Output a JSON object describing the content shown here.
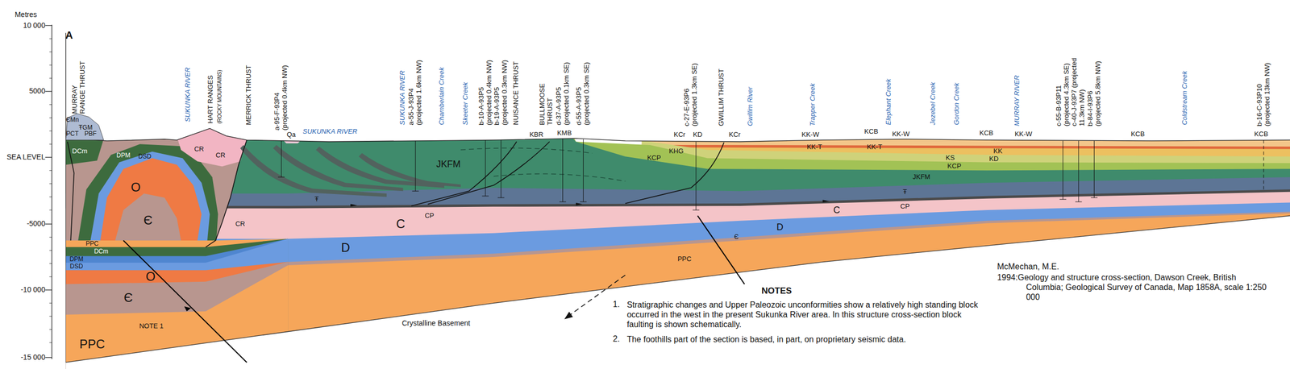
{
  "diagram": {
    "labels": [
      "Metres",
      "10 000",
      "5000",
      "SEA LEVEL",
      "-5000",
      "-10 000",
      "-15 000",
      "A",
      "MURRAY RANGE THRUST",
      "SUKUNKA RIVER",
      "HART RANGES",
      "(ROCKY MOUNTAINS)",
      "MERRICK THRUST",
      "a-95-F-93P4 (projected 0.4km NW)",
      "SUKUNKA RIVER",
      "SUKUNKA RIVER",
      "a-55-J-93P4 (projected 1.6km NW)",
      "Chamberlain Creek",
      "Skeeter Creek",
      "b-10-A-93P5 (projected 0.4km NW)",
      "b-19-A-93P5 (projected 0.3km NW)",
      "NUISANCE THRUST",
      "BULLMOOSE THRUST",
      "d-37-A-93P5 (projected 0.1km SE)",
      "d-55-A-93P5 (projected 0.3km SE)",
      "c-27-E-93P6 (projected 1.3km SE)",
      "GWILLIM THRUST",
      "Gwillim River",
      "Trapper Creek",
      "Elephant Creek",
      "Jezebel Creek",
      "Gordon Creek",
      "MURRAY RIVER",
      "c-55-B-93P11 (projected 4.3km SE)",
      "c-40-J-93P7 (projected 11.3km NW)",
      "b-84-I-93P6 (projected 5.8km NW)",
      "Coldstream Creek",
      "b-16-C-93P10 (projected 13km NW)",
      "ЄMn",
      "ŦGM",
      "PCT",
      "PBF",
      "DCm",
      "DPM",
      "DSD",
      "CR",
      "CR",
      "Qa",
      "O",
      "Є",
      "CR",
      "Ŧ",
      "JKFM",
      "KBR",
      "KMB",
      "KCr",
      "KD",
      "KHG",
      "KCP",
      "CP",
      "C",
      "D",
      "PPC",
      "DCm",
      "DPM",
      "DSD",
      "O",
      "Є",
      "NOTE 1",
      "PPC",
      "Crystalline Basement",
      "KCr",
      "KK-W",
      "KK-T",
      "KCB",
      "KK-T",
      "KK-W",
      "KCB",
      "KK",
      "KD",
      "KK-W",
      "KS",
      "KCP",
      "Ŧ",
      "JKFM",
      "CP",
      "C",
      "D",
      "Є",
      "PPC",
      "KCB",
      "KCB",
      "NOTES",
      "1.",
      "Stratigraphic changes and Upper Paleozoic unconformities show a relatively high standing block occurred in the west in the present Sukunka River area. In this structure cross-section block faulting is shown schematically.",
      "2.",
      "The foothills part of the section is based, in part, on proprietary seismic data.",
      "McMechan, M.E.",
      "1994:Geology and structure cross-section, Dawson Creek, British Columbia; Geological Survey of Canada, Map 1858A, scale 1:250 000"
    ]
  }
}
